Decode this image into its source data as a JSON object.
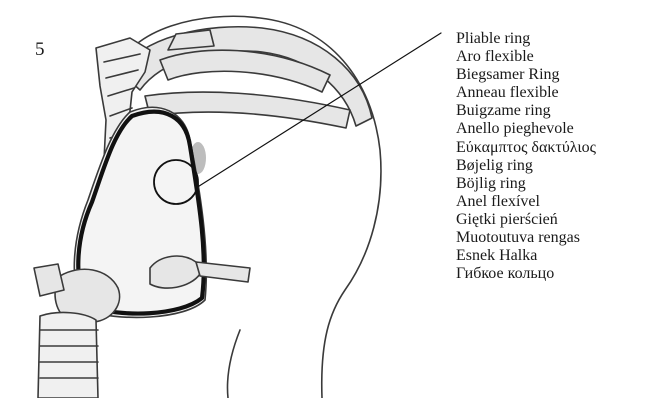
{
  "figure": {
    "number": "5",
    "callout": {
      "labels": [
        "Pliable ring",
        "Aro flexible",
        "Biegsamer Ring",
        "Anneau flexible",
        "Buigzame ring",
        "Anello pieghevole",
        "Εύκαμπτος δακτύλιος",
        "Bøjelig ring",
        "Böjlig ring",
        "Anel flexível",
        "Giętki pierścień",
        "Muotoutuva rengas",
        "Esnek Halka",
        "Гибкое кольцо"
      ]
    }
  },
  "colors": {
    "line_art": "#3a3a3a",
    "shade": "#e6e6e6",
    "dark_shade": "#bdbdbd",
    "cushion": "#111111"
  }
}
